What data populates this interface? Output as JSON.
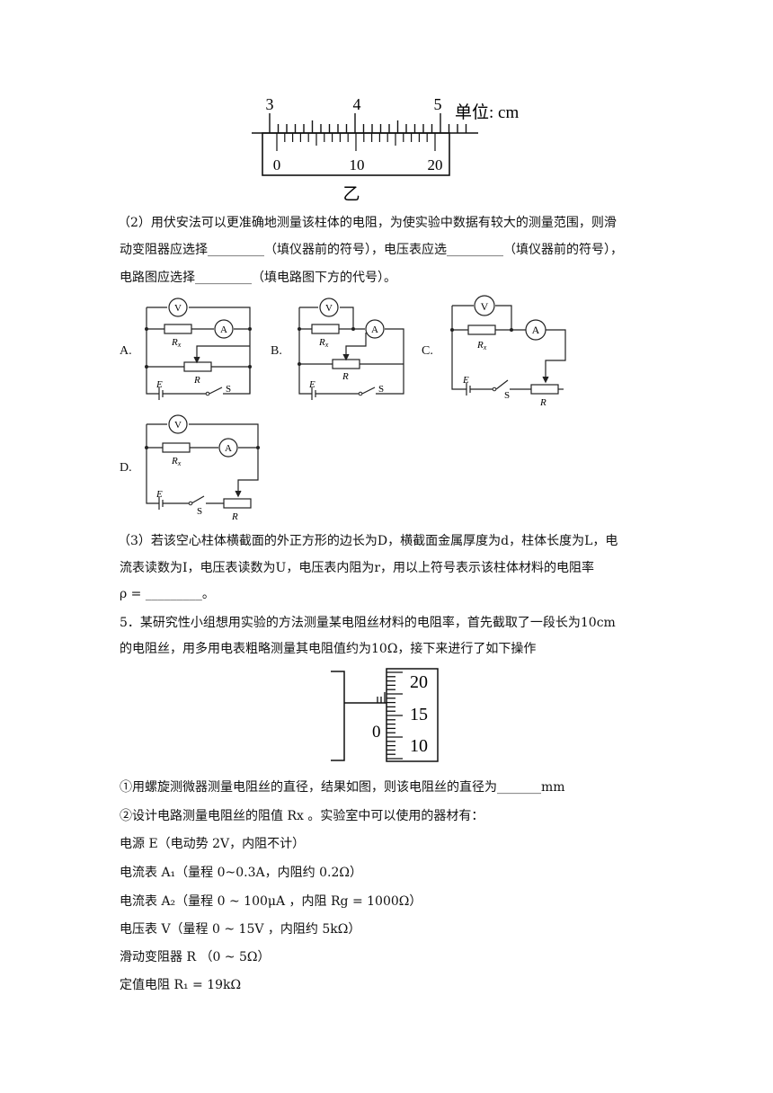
{
  "vernier": {
    "main_ticks": [
      "3",
      "4",
      "5"
    ],
    "unit": "单位: cm",
    "vernier_ticks": [
      "0",
      "10",
      "20"
    ],
    "caption": "乙"
  },
  "q2": {
    "line1": "（2）用伏安法可以更准确地测量该柱体的电阻，为使实验中数据有较大的测量范围，则滑",
    "line2": "动变阻器应选择_________（填仪器前的符号），电压表应选_________（填仪器前的符号），",
    "line3": "电路图应选择_________（填电路图下方的代号）。"
  },
  "circuits": {
    "option_labels": [
      "A.",
      "B.",
      "C.",
      "D."
    ],
    "voltmeter": "V",
    "ammeter": "A",
    "rx": "R",
    "rx_sub": "x",
    "rheostat": "R",
    "emf": "E",
    "switch": "S"
  },
  "q3": {
    "line1": "（3）若该空心柱体横截面的外正方形的边长为D，横截面金属厚度为d，柱体长度为L，电",
    "line2": "流表读数为I，电压表读数为U，电压表内阻为r，用以上符号表示该柱体材料的电阻率",
    "line3": "ρ = _________。"
  },
  "q5": {
    "line1": "5．某研究性小组想用实验的方法测量某电阻丝材料的电阻率，首先截取了一段长为10cm",
    "line2": "的电阻丝，用多用电表粗略测量其电阻值约为10Ω，接下来进行了如下操作"
  },
  "micrometer": {
    "scale": [
      "20",
      "15",
      "10"
    ],
    "zero": "0"
  },
  "items": {
    "step1": "①用螺旋测微器测量电阻丝的直径，结果如图，则该电阻丝的直径为_______mm",
    "step2": "②设计电路测量电阻丝的阻值 Rx 。实验室中可以使用的器材有：",
    "source": "电源 E（电动势 2V，内阻不计）",
    "a1": "电流表 A₁（量程 0~0.3A，内阻约 0.2Ω）",
    "a2": "电流表 A₂（量程 0 ~ 100μA ，内阻 Rg = 1000Ω）",
    "v": "电压表 V（量程 0 ~ 15V ，内阻约 5kΩ）",
    "rheostat": "滑动变阻器 R （0 ~ 5Ω）",
    "r1": "定值电阻 R₁ = 19kΩ"
  }
}
